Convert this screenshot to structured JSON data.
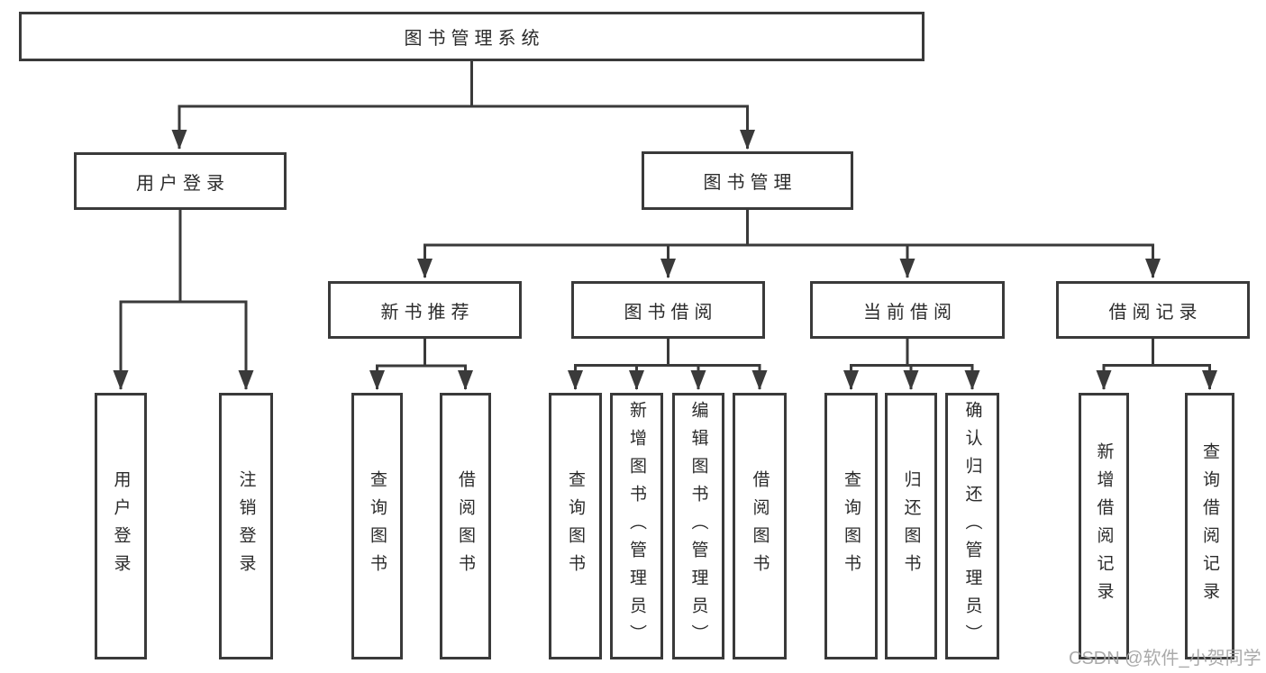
{
  "diagram": {
    "title_note": "functional structure tree",
    "root": "图书管理系统",
    "level2": {
      "user_login": "用户登录",
      "book_mgmt": "图书管理"
    },
    "level3": {
      "new_books": "新书推荐",
      "borrow": "图书借阅",
      "current": "当前借阅",
      "records": "借阅记录"
    },
    "leaves": {
      "user_login": [
        "用户登录",
        "注销登录"
      ],
      "new_books": [
        "查询图书",
        "借阅图书"
      ],
      "borrow": [
        "查询图书",
        "新增图书（管理员）",
        "编辑图书（管理员）",
        "借阅图书"
      ],
      "current": [
        "查询图书",
        "归还图书",
        "确认归还（管理员）"
      ],
      "records": [
        "新增借阅记录",
        "查询借阅记录"
      ]
    }
  },
  "watermark": {
    "text": "CSDN @软件_小贺同学"
  },
  "colors": {
    "line": "#3a3a3a",
    "text": "#2b2b2b",
    "watermark": "#a3a3a3",
    "background": "#ffffff"
  }
}
